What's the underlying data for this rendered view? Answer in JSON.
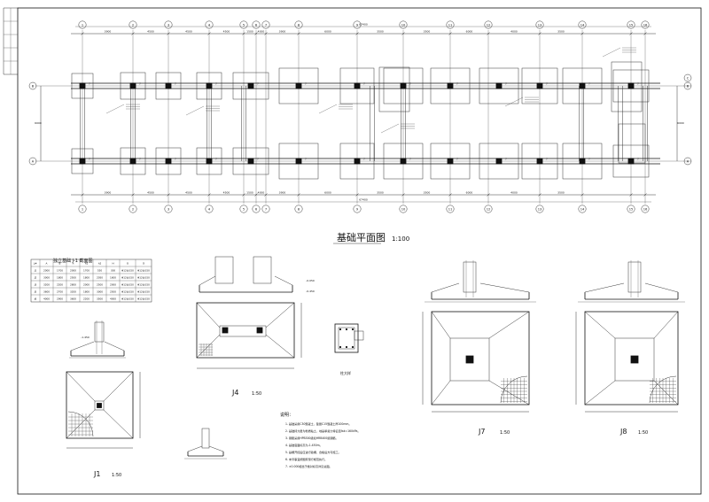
{
  "plan": {
    "title": "基础平面图",
    "scale": "1:100",
    "top_axes": [
      "1",
      "2",
      "3",
      "4",
      "5",
      "6",
      "7",
      "8",
      "9",
      "10",
      "11",
      "12",
      "13",
      "14",
      "15",
      "16"
    ],
    "bottom_axes": [
      "1",
      "2",
      "3",
      "4",
      "5",
      "6",
      "7",
      "8",
      "9",
      "10",
      "11",
      "12",
      "13",
      "14",
      "15",
      "16"
    ],
    "row_axes": [
      "B",
      "C",
      "A"
    ],
    "top_dims": [
      "3900",
      "4500",
      "4500",
      "4500",
      "1500",
      "4000",
      "3900",
      "6000",
      "3500",
      "3500",
      "6000",
      "4000",
      "3500"
    ],
    "total_dim": "67400",
    "left_dim": "6000",
    "right_dim": "6000"
  },
  "table": {
    "title": "独立基础 J-1 截面图",
    "headers": [
      "J#",
      "A",
      "B",
      "h",
      "h1",
      "h2",
      "H",
      "①",
      "②"
    ],
    "rows": [
      [
        "J1",
        "2000",
        "1700",
        "2000",
        "1700",
        "550",
        "300",
        "Φ12@150",
        "Φ12@150"
      ],
      [
        "J2",
        "3000",
        "1800",
        "2500",
        "1800",
        "2050",
        "1600",
        "Φ12@150",
        "Φ12@150"
      ],
      [
        "J3",
        "3200",
        "2200",
        "2800",
        "2000",
        "2500",
        "2000",
        "Φ12@150",
        "Φ12@150"
      ],
      [
        "J5",
        "3600",
        "2700",
        "3200",
        "1800",
        "3000",
        "2500",
        "Φ12@150",
        "Φ12@150"
      ],
      [
        "J6",
        "4000",
        "2900",
        "3600",
        "2200",
        "3500",
        "4000",
        "Φ12@150",
        "Φ12@150"
      ]
    ]
  },
  "details": {
    "j1_label": "J1",
    "j1_scale": "1:50",
    "j4_label": "J4",
    "j4_scale": "1:50",
    "j7_label": "J7",
    "j7_scale": "1:50",
    "j8_label": "J8",
    "j8_scale": "1:50",
    "col_label": "柱大样",
    "elev_1": "-1.450",
    "elev_2": "-0.050",
    "elev_3": "-0.450"
  },
  "notes": {
    "title": "说明：",
    "lines": [
      "1. 基础采用C30混凝土，垫层C15混凝土厚100mm。",
      "2. 基础持力层为粉质粘土，地基承载力特征值fak=160kPa。",
      "3. 钢筋采用HPB300级和HRB400级钢筋。",
      "4. 基础底面标高为-1.450m。",
      "5. 基槽开挖后应进行验槽，合格后方可施工。",
      "6. 未尽事宜按国家现行规范执行。",
      "7. ±0.000相当于绝对标高详见总图。"
    ]
  }
}
